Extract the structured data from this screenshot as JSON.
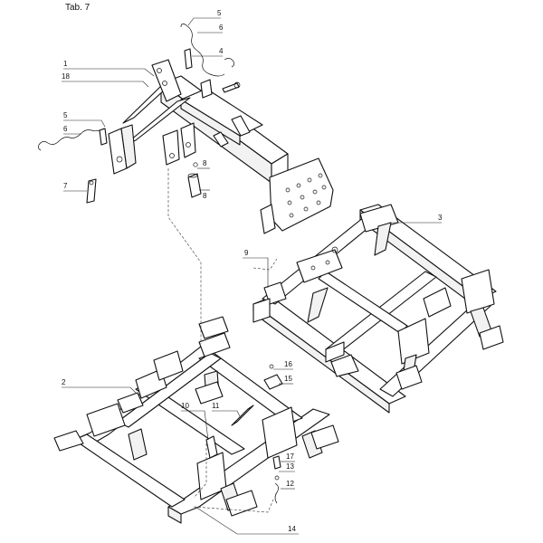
{
  "title": "Tab. 7",
  "callouts": {
    "c1": "1",
    "c2": "2",
    "c3": "3",
    "c4": "4",
    "c5a": "5",
    "c5b": "5",
    "c6a": "6",
    "c6b": "6",
    "c7": "7",
    "c8a": "8",
    "c8b": "8",
    "c9": "9",
    "c10": "10",
    "c11": "11",
    "c12": "12",
    "c13": "13",
    "c14": "14",
    "c15": "15",
    "c16": "16",
    "c17": "17",
    "c18": "18"
  }
}
